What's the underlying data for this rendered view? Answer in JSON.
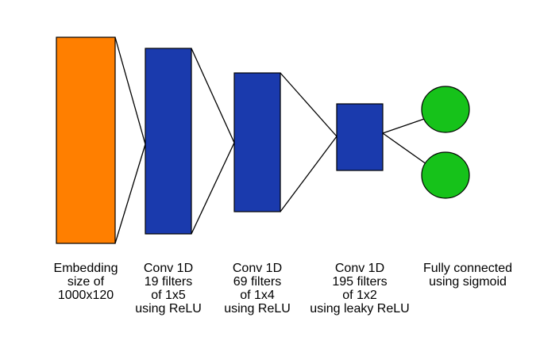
{
  "colors": {
    "embedding": "#FF7F00",
    "conv": "#1A3AAD",
    "output": "#16C21A",
    "line": "#000000"
  },
  "layers": [
    {
      "kind": "embedding",
      "label_lines": [
        "Embedding",
        "size of",
        "1000x120"
      ]
    },
    {
      "kind": "conv",
      "label_lines": [
        "Conv 1D",
        "19 filters",
        "of 1x5",
        "using ReLU"
      ]
    },
    {
      "kind": "conv",
      "label_lines": [
        "Conv 1D",
        "69 filters",
        "of 1x4",
        "using ReLU"
      ]
    },
    {
      "kind": "conv",
      "label_lines": [
        "Conv 1D",
        "195 filters",
        "of 1x2",
        "using leaky ReLU"
      ]
    },
    {
      "kind": "fully-connected",
      "units": 2,
      "label_lines": [
        "Fully connected",
        "using sigmoid"
      ]
    }
  ]
}
